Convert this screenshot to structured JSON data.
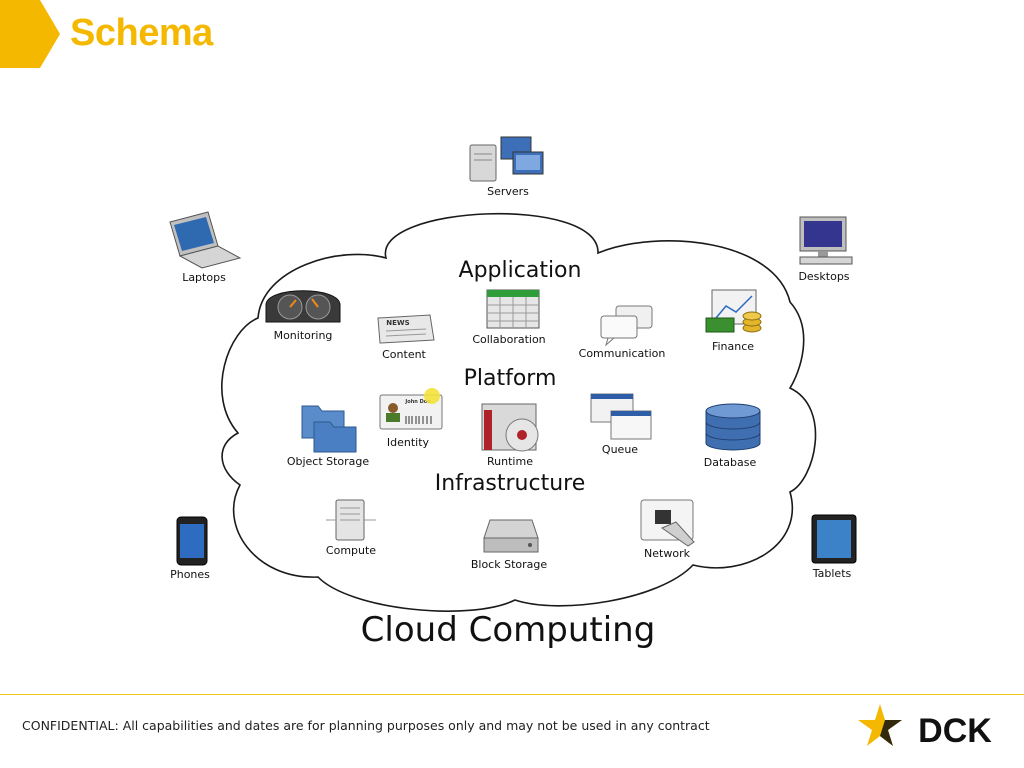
{
  "slide": {
    "title": "Schema",
    "accent_color": "#f5b800"
  },
  "diagram": {
    "title": "Cloud Computing",
    "layers": [
      "Application",
      "Platform",
      "Infrastructure"
    ],
    "cloud_services": {
      "application": [
        "Monitoring",
        "Content",
        "Collaboration",
        "Communication",
        "Finance"
      ],
      "platform": [
        "Object Storage",
        "Identity",
        "Runtime",
        "Queue",
        "Database"
      ],
      "infrastructure": [
        "Compute",
        "Block Storage",
        "Network"
      ]
    },
    "clients": [
      "Servers",
      "Laptops",
      "Desktops",
      "Phones",
      "Tablets"
    ],
    "identity_card_name": "John Doe",
    "news_label": "NEWS"
  },
  "footer": {
    "confidential": "CONFIDENTIAL: All capabilities and dates are for planning purposes only and may not be used in any contract",
    "logo_text": "DCK",
    "logo_icon": "star-icon"
  }
}
